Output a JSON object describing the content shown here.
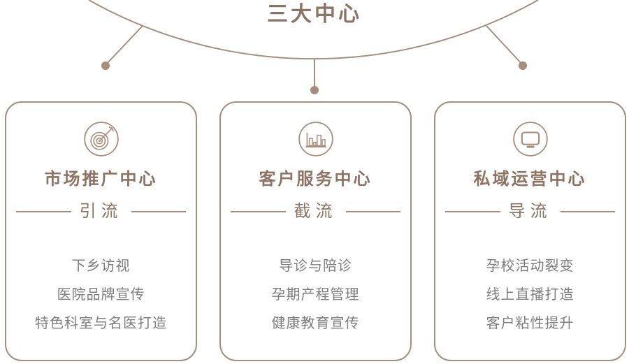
{
  "title": "三大中心",
  "colors": {
    "accent_line": "#a78e7b",
    "title_text": "#8d7363",
    "item_text": "#7d7d7d",
    "background": "#ffffff"
  },
  "cards": [
    {
      "icon": "target-arrow-icon",
      "title": "市场推广中心",
      "tag": "引流",
      "items": [
        "下乡访视",
        "医院品牌宣传",
        "特色科室与名医打造"
      ]
    },
    {
      "icon": "bar-chart-icon",
      "title": "客户服务中心",
      "tag": "截流",
      "items": [
        "导诊与陪诊",
        "孕期产程管理",
        "健康教育宣传"
      ]
    },
    {
      "icon": "monitor-icon",
      "title": "私域运营中心",
      "tag": "导流",
      "items": [
        "孕校活动裂变",
        "线上直播打造",
        "客户粘性提升"
      ]
    }
  ]
}
